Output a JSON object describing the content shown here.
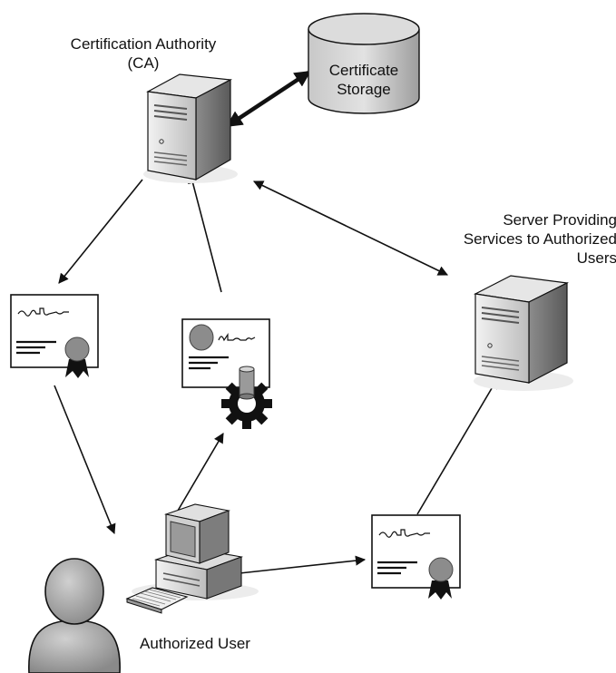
{
  "labels": {
    "ca_line1": "Certification Authority",
    "ca_line2": "(CA)",
    "storage_line1": "Certificate",
    "storage_line2": "Storage",
    "server_line1": "Server Providing",
    "server_line2": "Services to Authorized",
    "server_line3": "Users",
    "user": "Authorized User"
  },
  "colors": {
    "stroke": "#111111",
    "gray_light": "#d9d9d9",
    "gray_mid": "#a6a6a6",
    "gray_dark": "#6b6b6b",
    "shadow": "#e6e6e6"
  },
  "icons": [
    "server-icon",
    "database-icon",
    "certificate-icon",
    "certificate-request-icon",
    "gear-icon",
    "workstation-icon",
    "user-icon"
  ]
}
